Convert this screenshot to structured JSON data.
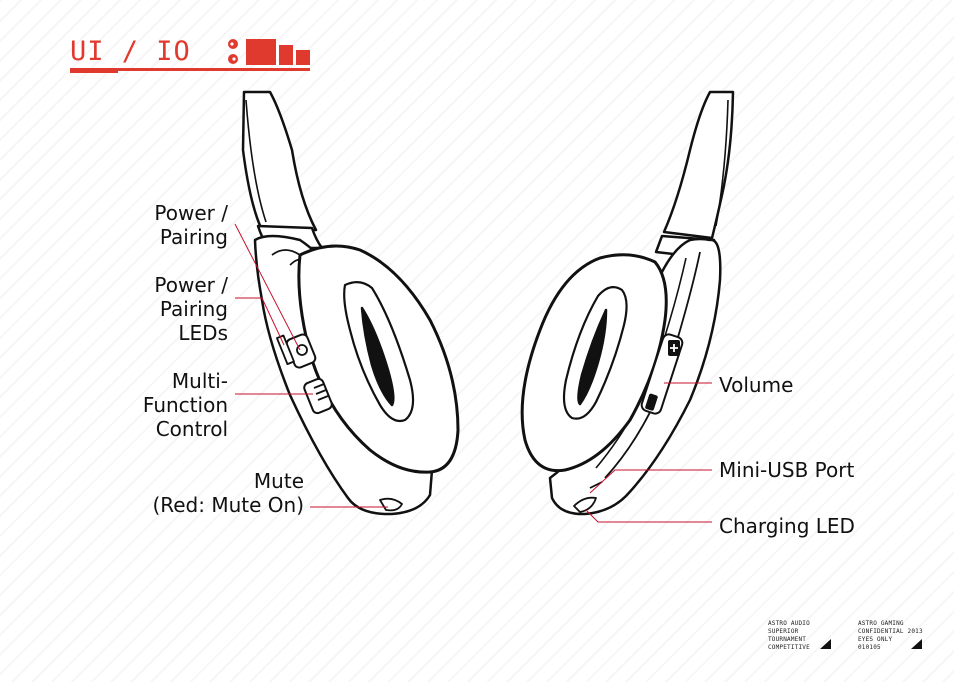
{
  "header": {
    "title": "UI / IO"
  },
  "colors": {
    "accent": "#e03a2e",
    "outline": "#111111",
    "leader_line": "#c8102e"
  },
  "labels": {
    "power_pairing": [
      "Power /",
      "Pairing"
    ],
    "power_pairing_leds": [
      "Power /",
      "Pairing",
      "LEDs"
    ],
    "multi_function": [
      "Multi-",
      "Function",
      "Control"
    ],
    "mute": [
      "Mute",
      "(Red: Mute On)"
    ],
    "volume": "Volume",
    "mini_usb": "Mini-USB Port",
    "charging_led": "Charging LED"
  },
  "footer": {
    "left": [
      "ASTRO AUDIO",
      "SUPERIOR",
      "TOURNAMENT",
      "COMPETITIVE"
    ],
    "right": [
      "ASTRO GAMING",
      "CONFIDENTIAL 2013",
      "EYES ONLY",
      "010105"
    ]
  }
}
